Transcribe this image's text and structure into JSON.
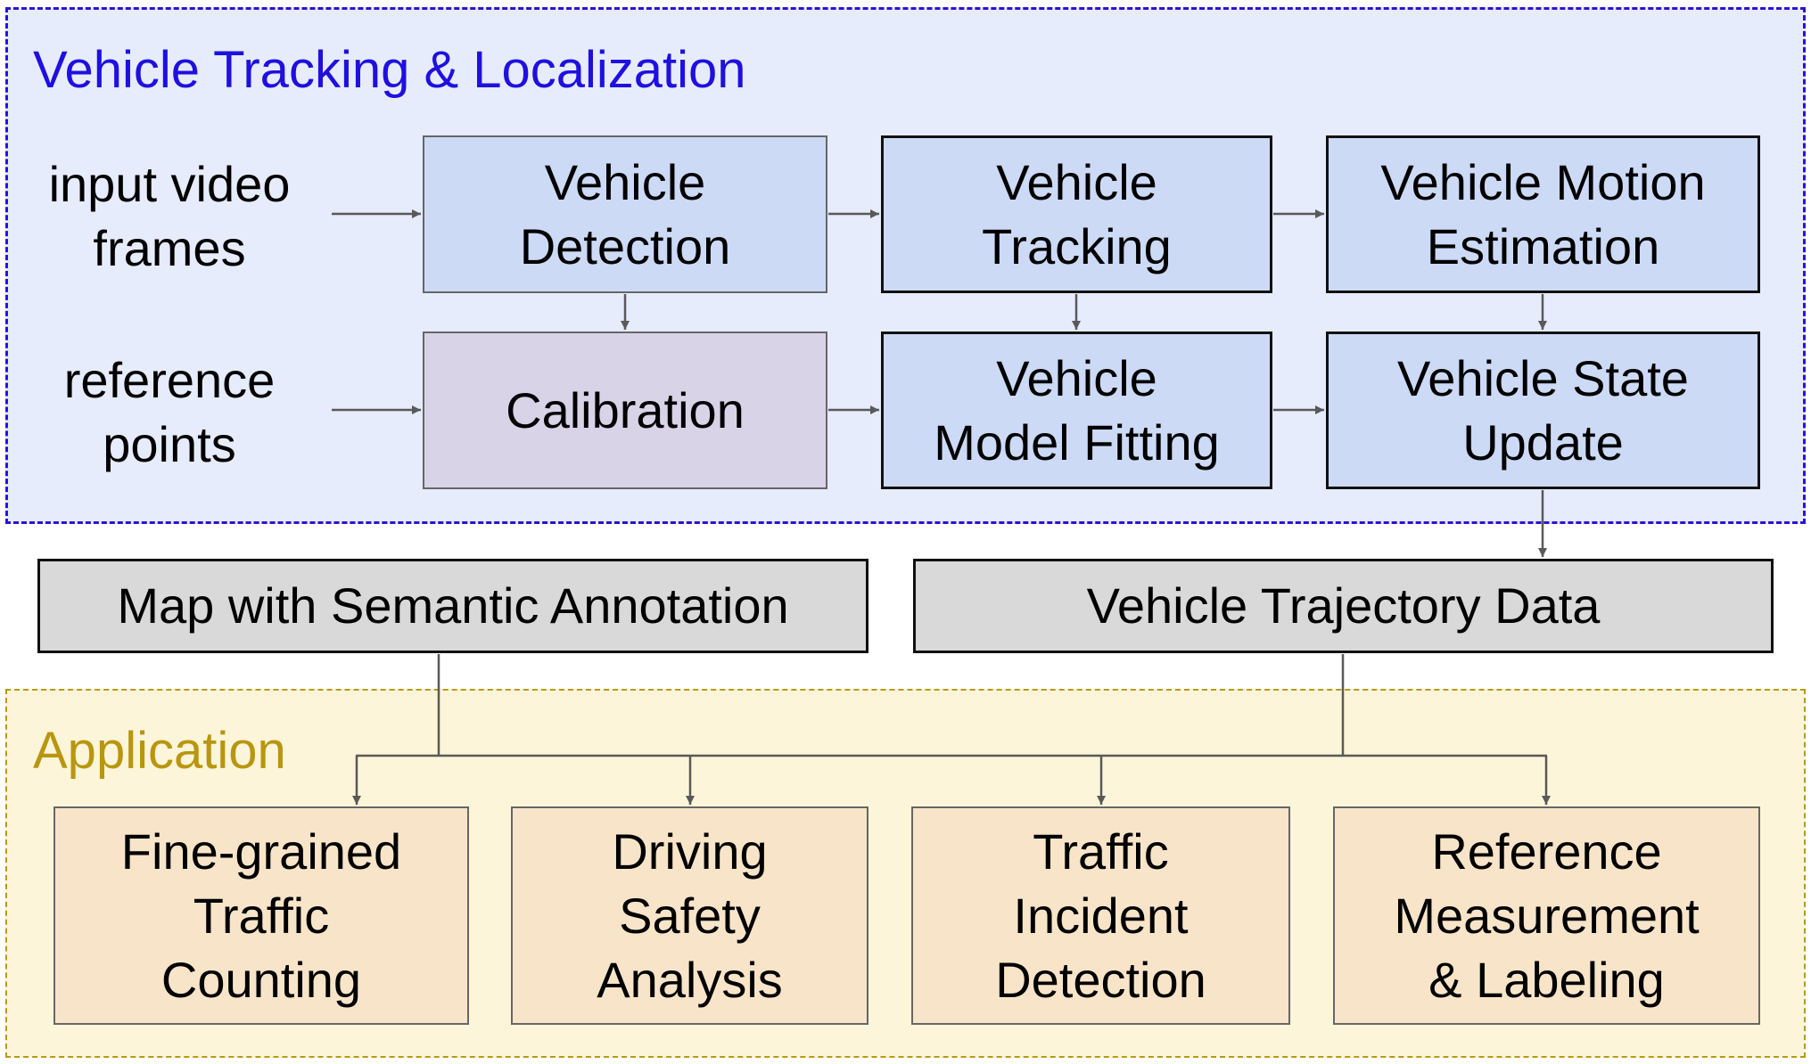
{
  "colors": {
    "tracking_border": "#2a12d6",
    "tracking_fill": "#e6ecfb",
    "tracking_title": "#1f0fe0",
    "application_border": "#b89a12",
    "application_fill": "#fdf5d9",
    "application_title": "#b8960f",
    "blue_box_fill": "#cddaf6",
    "purple_box_fill": "#d9d3e8",
    "gray_box_fill": "#d9d9d9",
    "orange_box_fill": "#f8e5c9",
    "arrow": "#595959"
  },
  "tracking_group": {
    "title": "Vehicle Tracking & Localization",
    "inputs": {
      "video": "input video\nframes",
      "reference": "reference\npoints"
    },
    "boxes": {
      "detection": "Vehicle\nDetection",
      "tracking": "Vehicle\nTracking",
      "motion": "Vehicle Motion\nEstimation",
      "calibration": "Calibration",
      "model_fitting": "Vehicle\nModel Fitting",
      "state_update": "Vehicle State\nUpdate"
    }
  },
  "data_outputs": {
    "map": "Map with Semantic Annotation",
    "trajectory": "Vehicle Trajectory Data"
  },
  "application_group": {
    "title": "Application",
    "boxes": {
      "counting": "Fine-grained\nTraffic\nCounting",
      "safety": "Driving\nSafety\nAnalysis",
      "incident": "Traffic\nIncident\nDetection",
      "reference": "Reference\nMeasurement\n& Labeling"
    }
  }
}
